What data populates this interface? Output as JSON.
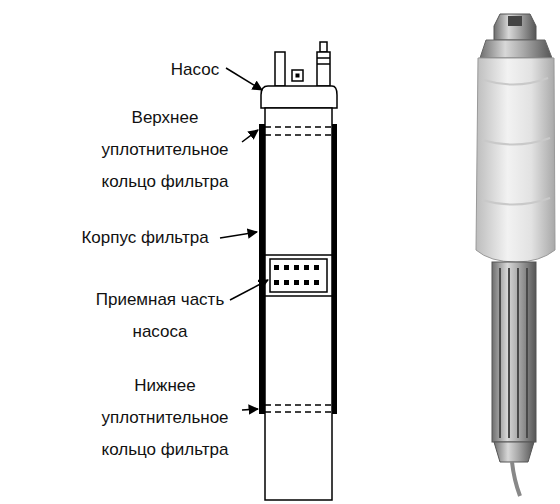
{
  "diagram": {
    "labels": [
      "Насос",
      "Верхнее уплотнительное кольцо фильтра",
      "Корпус фильтра",
      "Приемная часть насоса",
      "Нижнее уплотнительное кольцо фильтра"
    ]
  }
}
